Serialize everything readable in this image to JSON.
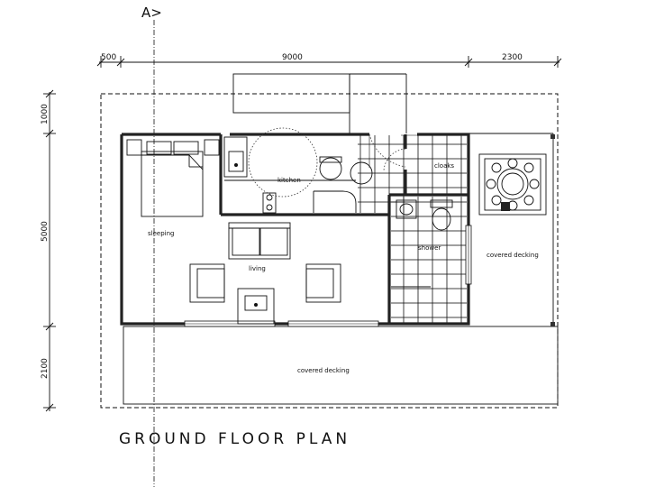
{
  "drawing": {
    "title": "GROUND FLOOR PLAN",
    "section_marker": "A>"
  },
  "dimensions": {
    "top": [
      "500",
      "9000",
      "2300"
    ],
    "left": [
      "1000",
      "5000",
      "2100"
    ]
  },
  "rooms": {
    "sleeping": "sleeping",
    "living": "living",
    "kitchen": "kitchen",
    "cloaks": "cloaks",
    "shower": "shower",
    "covered_decking_east": "covered decking",
    "covered_decking_south": "covered decking"
  }
}
